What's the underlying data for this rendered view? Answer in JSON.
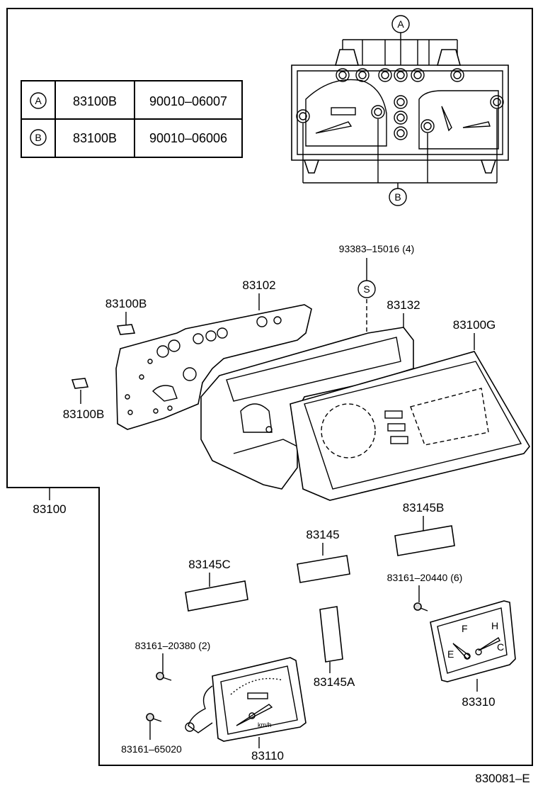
{
  "legend_table": {
    "rows": [
      {
        "key": "A",
        "part": "83100B",
        "bolt": "90010–06007"
      },
      {
        "key": "B",
        "part": "83100B",
        "bolt": "90010–06006"
      }
    ]
  },
  "callouts": {
    "a": "A",
    "b": "B",
    "s": "S"
  },
  "labels": {
    "p93383": "93383–15016 (4)",
    "p83102": "83102",
    "p83132": "83132",
    "p83100G": "83100G",
    "p83100B_top": "83100B",
    "p83100B_bottom": "83100B",
    "p83100": "83100",
    "p83145B": "83145B",
    "p83145": "83145",
    "p83145C": "83145C",
    "p83161_20440": "83161–20440 (6)",
    "p83145A": "83145A",
    "p83161_20380": "83161–20380 (2)",
    "p83310": "83310",
    "p83161_65020": "83161–65020",
    "p83110": "83110",
    "figure_no": "830081–E"
  },
  "gauge_marks": {
    "kmh": "km/h",
    "fuel_f": "F",
    "fuel_e": "E",
    "temp_h": "H",
    "temp_c": "C"
  }
}
